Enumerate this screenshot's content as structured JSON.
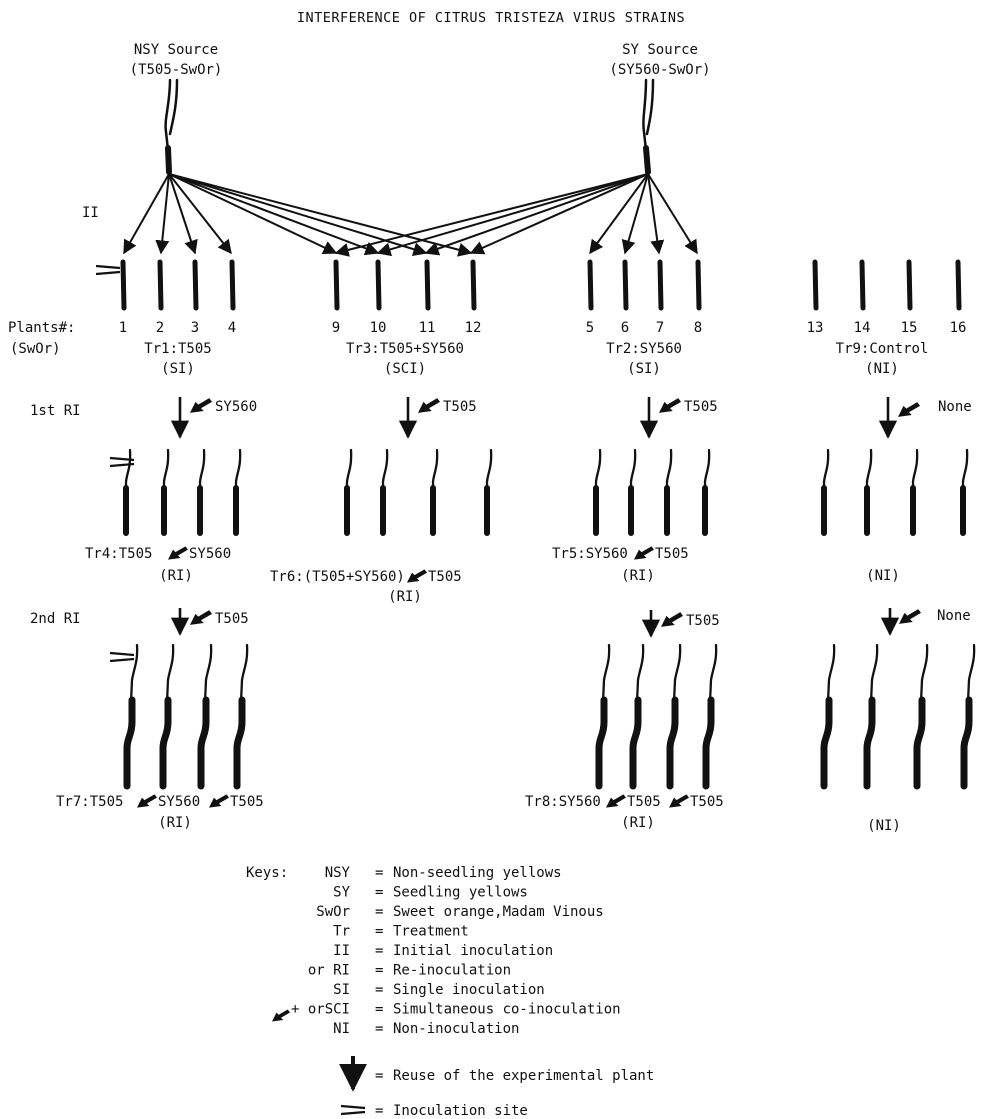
{
  "title": "INTERFERENCE OF CITRUS TRISTEZA VIRUS STRAINS",
  "sources": {
    "nsy": {
      "name": "NSY Source",
      "code": "(T505-SwOr)"
    },
    "sy": {
      "name": "SY Source",
      "code": "(SY560-SwOr)"
    }
  },
  "ii_label": "II",
  "plants_label": "Plants#:",
  "swor_label": "(SwOr)",
  "plant_numbers": [
    "1",
    "2",
    "3",
    "4",
    "9",
    "10",
    "11",
    "12",
    "5",
    "6",
    "7",
    "8",
    "13",
    "14",
    "15",
    "16"
  ],
  "groups": [
    {
      "treatment": "Tr1:T505",
      "mode": "(SI)"
    },
    {
      "treatment": "Tr3:T505+SY560",
      "mode": "(SCI)"
    },
    {
      "treatment": "Tr2:SY560",
      "mode": "(SI)"
    },
    {
      "treatment": "Tr9:Control",
      "mode": "(NI)"
    }
  ],
  "rounds": {
    "first": {
      "label": "1st RI",
      "inoculum": [
        "SY560",
        "T505",
        "T505",
        "None"
      ],
      "results": [
        {
          "a": "Tr4:T505",
          "b": "SY560",
          "mode": "(RI)"
        },
        {
          "a": "Tr6:(T505+SY560)",
          "b": "T505",
          "mode": "(RI)"
        },
        {
          "a": "Tr5:SY560",
          "b": "T505",
          "mode": "(RI)"
        },
        {
          "mode": "(NI)"
        }
      ]
    },
    "second": {
      "label": "2nd RI",
      "inoculum": [
        "T505",
        "T505",
        "None"
      ],
      "results": [
        {
          "a": "Tr7:T505",
          "b": "SY560",
          "c": "T505",
          "mode": "(RI)"
        },
        {
          "a": "Tr8:SY560",
          "b": "T505",
          "c": "T505",
          "mode": "(RI)"
        },
        {
          "mode": "(NI)"
        }
      ]
    }
  },
  "keys": {
    "heading": "Keys:",
    "items": [
      {
        "term": "NSY",
        "definition": "Non-seedling yellows"
      },
      {
        "term": "SY",
        "definition": "Seedling yellows"
      },
      {
        "term": "SwOr",
        "definition": "Sweet orange,Madam Vinous"
      },
      {
        "term": "Tr",
        "definition": "Treatment"
      },
      {
        "term": "II",
        "definition": "Initial inoculation"
      },
      {
        "term": "or RI",
        "definition": "Re-inoculation"
      },
      {
        "term": "SI",
        "definition": "Single inoculation"
      },
      {
        "term": "+ orSCI",
        "definition": "Simultaneous co-inoculation"
      },
      {
        "term": "NI",
        "definition": "Non-inoculation"
      }
    ],
    "symbols": [
      {
        "icon": "down-arrow-icon",
        "definition": "Reuse of the experimental plant"
      },
      {
        "icon": "inoculation-site-icon",
        "definition": "Inoculation site"
      }
    ],
    "separator": "="
  }
}
